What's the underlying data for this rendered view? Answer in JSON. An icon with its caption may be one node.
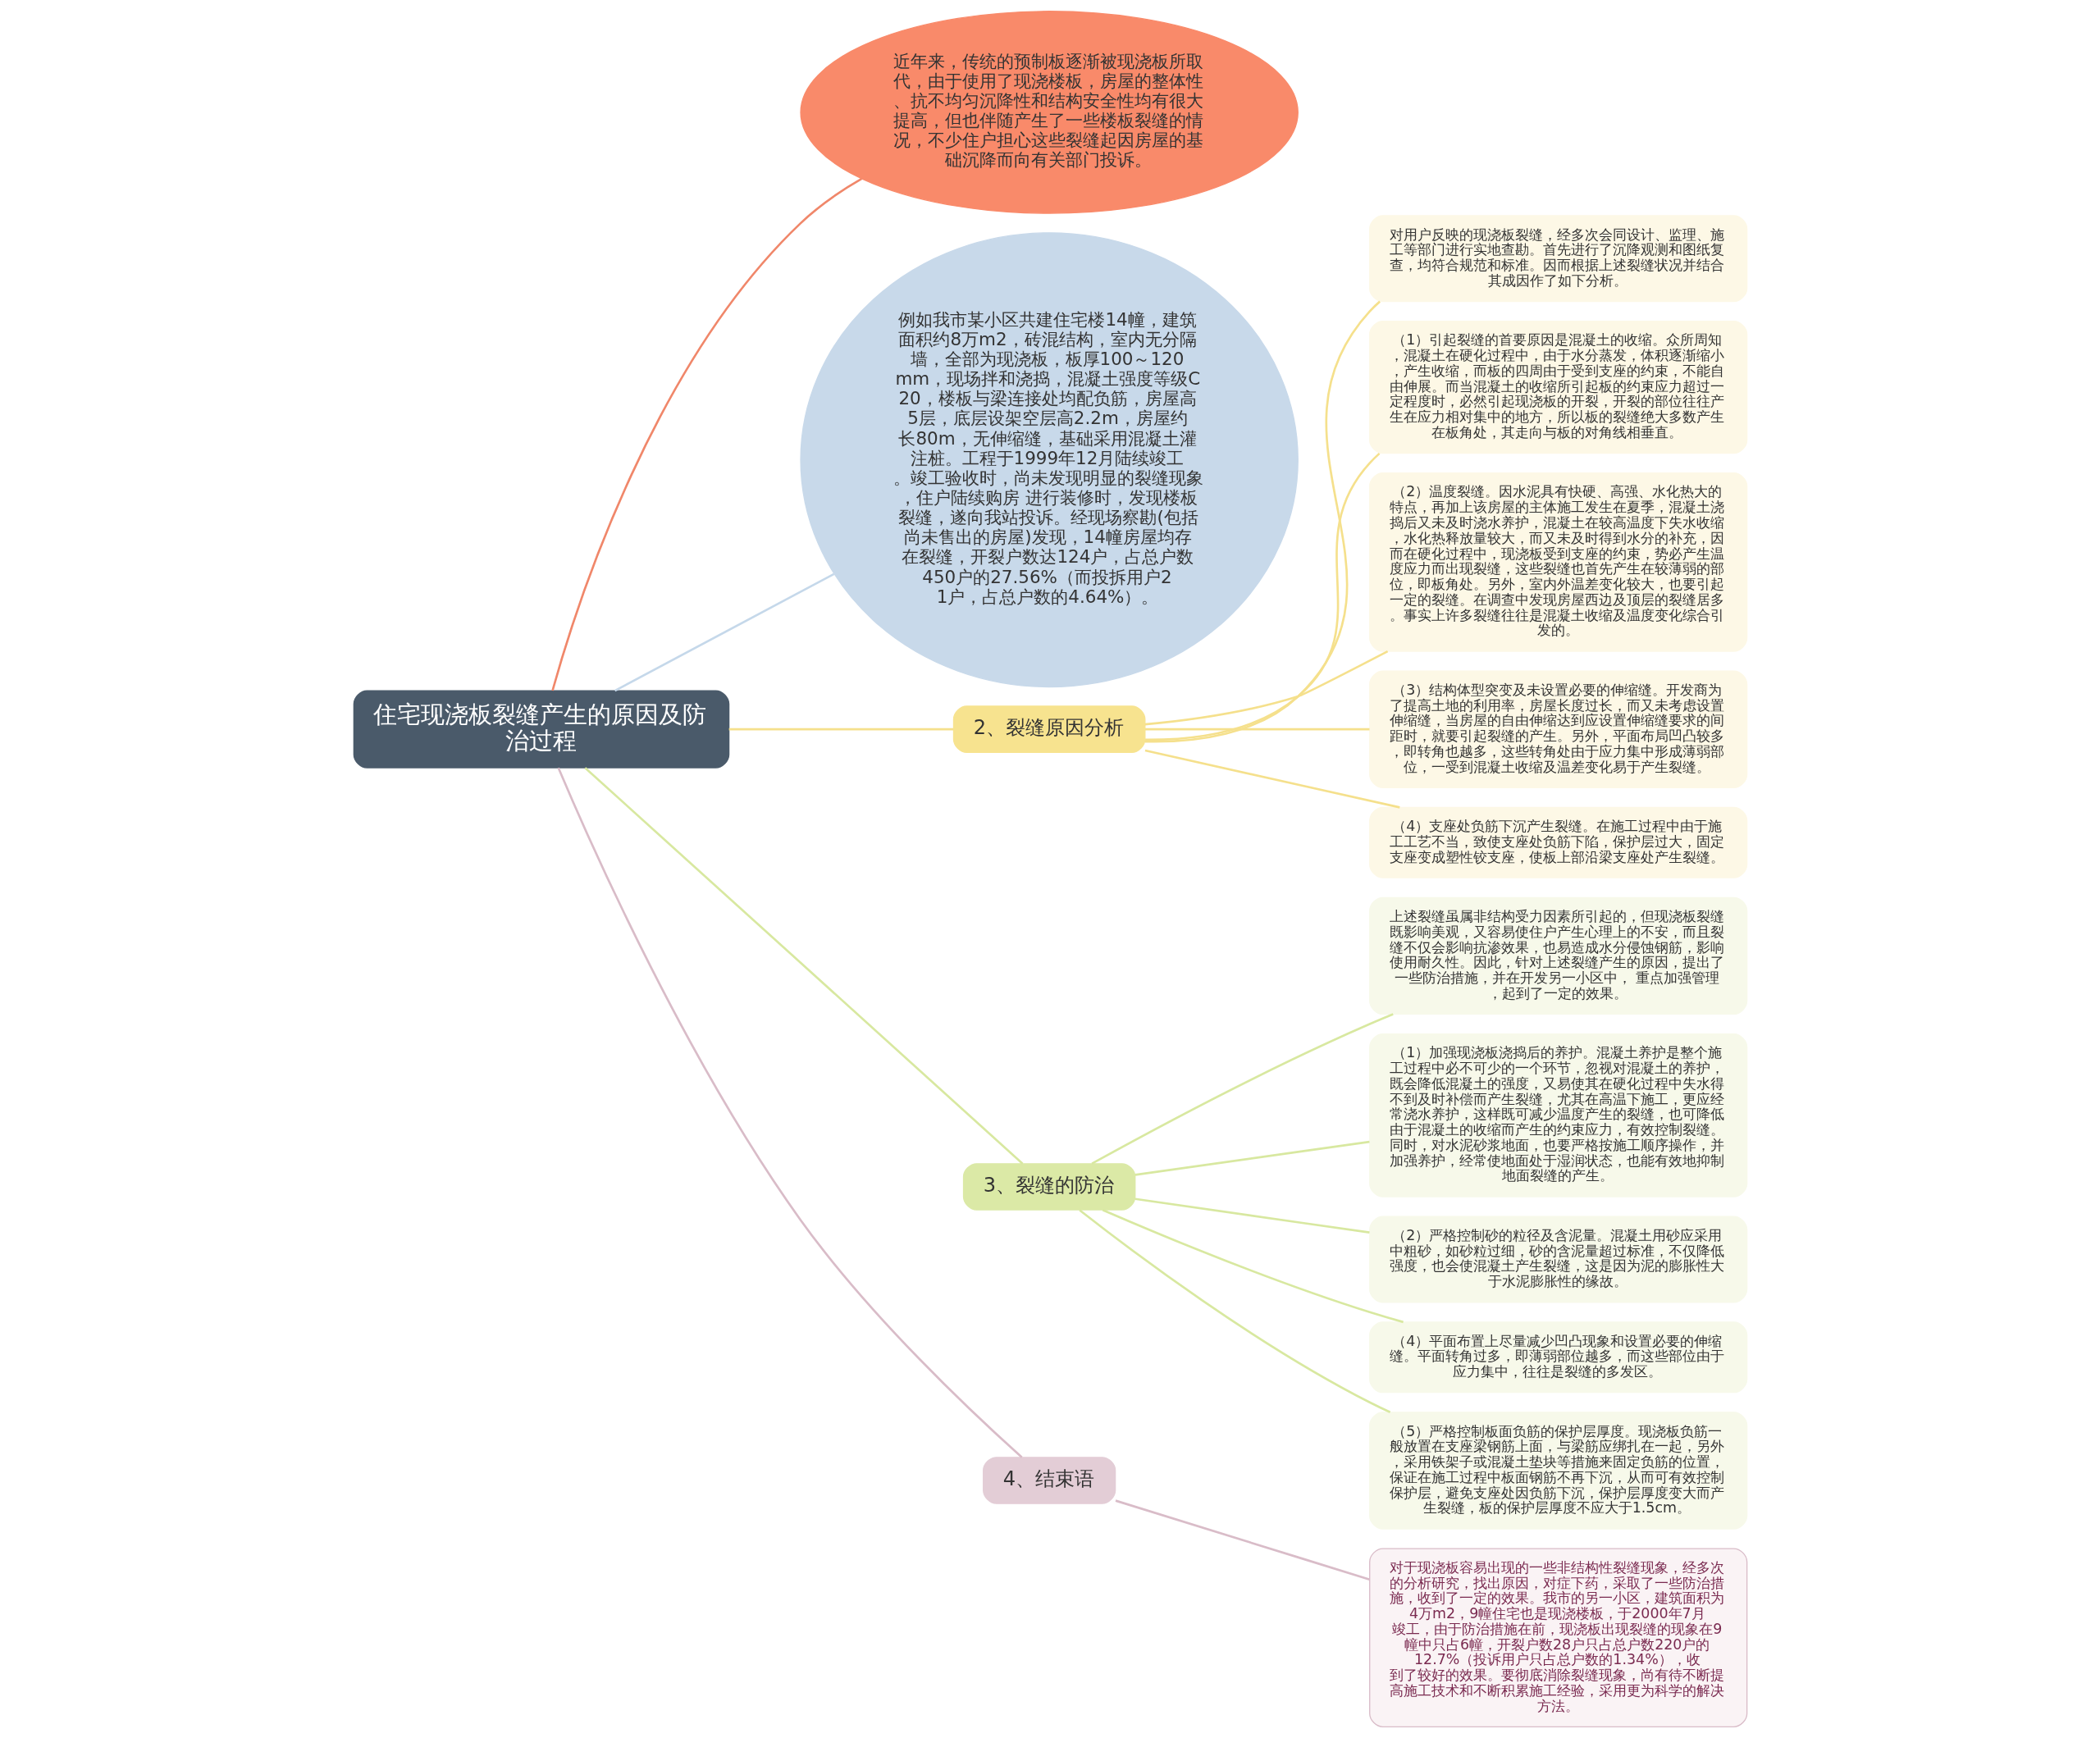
{
  "diagram": {
    "nodes": [
      {
        "text": [
          "住宅现浇板裂缝产生的原因及防治过程"
        ]
      },
      {
        "text": [
          "近年来，传统的预制板逐渐被现浇板所取代，由于使用了现浇楼板，房屋的整体性、抗不均匀沉降性和结构安全性均有很大提高，但也伴随产生了一些楼板裂缝的情况，不少住户担心这些裂缝起因房屋的基础沉降而向有关部门投诉。"
        ]
      },
      {
        "text": [
          "例如我市某小区共建住宅楼14幢，建筑面积约8万m2，砖混结构，室内无分隔墙，全部为现浇板，板厚100～120mm，现场拌和浇捣，混凝土强度等级C20，楼板与梁连接处均配负筋，房屋高5层，底层设架空层高2.2m，房屋约长80m，无伸缩缝，基础采用混凝土灌注桩。工程于1999年12月陆续竣工。竣工验收时，尚未发现明显的裂缝现象，住户陆续购房 进行装修时，发现楼板裂缝，遂向我站投诉。经现场察勘(包括尚未售出的房屋)发现，14幢房屋均存在裂缝，开裂户数达124户，占总户数450户的27.56%（而投拆用户21户，占总户数的4.64%）。"
        ]
      },
      {
        "text": [
          "2、裂缝原因分析"
        ]
      },
      {
        "text": [
          "对用户反映的现浇板裂缝，经多次会同设计、监理、施工等部门进行实地查勘。首先进行了沉降观测和图纸复查，均符合规范和标准。因而根据上述裂缝状况并结合其成因作了如下分析。"
        ]
      },
      {
        "text": [
          "（1）引起裂缝的首要原因是混凝土的收缩。众所周知，混凝土在硬化过程中，由于水分蒸发，体积逐渐缩小，产生收缩，而板的四周由于受到支座的约束，不能自由伸展。而当混凝土的收缩所引起板的约束应力超过一定程度时，必然引起现浇板的开裂，开裂的部位往往产生在应力相对集中的地方，所以板的裂缝绝大多数产生在板角处，其走向与板的对角线相垂直。"
        ]
      },
      {
        "text": [
          "（2）温度裂缝。因水泥具有快硬、高强、水化热大的特点，再加上该房屋的主体施工发生在夏季，混凝土浇捣后又未及时浇水养护，混凝土在较高温度下失水收缩，水化热释放量较大，而又未及时得到水分的补充，因而在硬化过程中，现浇板受到支座的约束，势必产生温度应力而出现裂缝，这些裂缝也首先产生在较薄弱的部位，即板角处。另外，室内外温差变化较大，也要引起一定的裂缝。在调查中发现房屋西边及顶层的裂缝居多。事实上许多裂缝往往是混凝土收缩及温度变化综合引发的。"
        ]
      },
      {
        "text": [
          "（3）结构体型突变及未设置必要的伸缩缝。开发商为了提高土地的利用率，房屋长度过长，而又未考虑设置伸缩缝，当房屋的自由伸缩达到应设置伸缩缝要求的间距时，就要引起裂缝的产生。另外，平面布局凹凸较多，即转角也越多，这些转角处由于应力集中形成薄弱部位，一受到混凝土收缩及温差变化易于产生裂缝。"
        ]
      },
      {
        "text": [
          "（4）支座处负筋下沉产生裂缝。在施工过程中由于施工工艺不当，致使支座处负筋下陷，保护层过大，固定支座变成塑性铰支座，使板上部沿梁支座处产生裂缝。"
        ]
      },
      {
        "text": [
          "3、裂缝的防治"
        ]
      },
      {
        "text": [
          "上述裂缝虽属非结构受力因素所引起的，但现浇板裂缝既影响美观，又容易使住户产生心理上的不安，而且裂缝不仅会影响抗渗效果，也易造成水分侵蚀钢筋，影响使用耐久性。因此，针对上述裂缝产生的原因，提出了一些防治措施，并在开发另一小区中， 重点加强管理，起到了一定的效果。"
        ]
      },
      {
        "text": [
          "（1）加强现浇板浇捣后的养护。混凝土养护是整个施工过程中必不可少的一个环节，忽视对混凝土的养护，既会降低混凝土的强度，又易使其在硬化过程中失水得不到及时补偿而产生裂缝，尤其在高温下施工，更应经常浇水养护，这样既可减少温度产生的裂缝，也可降低由于混凝土的收缩而产生的约束应力，有效控制裂缝。同时，对水泥砂浆地面，也要严格按施工顺序操作，并加强养护，经常使地面处于湿润状态，也能有效地抑制地面裂缝的产生。"
        ]
      },
      {
        "text": [
          "（2）严格控制砂的粒径及含泥量。混凝土用砂应采用中粗砂，如砂粒过细，砂的含泥量超过标准，不仅降低强度，也会使混凝土产生裂缝，这是因为泥的膨胀性大于水泥膨胀性的缘故。"
        ]
      },
      {
        "text": [
          "（4）平面布置上尽量减少凹凸现象和设置必要的伸缩缝。平面转角过多，即薄弱部位越多，而这些部位由于应力集中，往往是裂缝的多发区。"
        ]
      },
      {
        "text": [
          "（5）严格控制板面负筋的保护层厚度。现浇板负筋一般放置在支座梁钢筋上面，与梁筋应绑扎在一起，另外，采用铁架子或混凝土垫块等措施来固定负筋的位置，保证在施工过程中板面钢筋不再下沉，从而可有效控制保护层，避免支座处因负筋下沉，保护层厚度变大而产生裂缝，板的保护层厚度不应大于1.5cm。"
        ]
      },
      {
        "text": [
          "4、结束语"
        ]
      },
      {
        "text": [
          "对于现浇板容易出现的一些非结构性裂缝现象，经多次的分析研究，找出原因，对症下药，采取了一些防治措施，收到了一定的效果。我市的另一小区，建筑面积为4万m2，9幢住宅也是现浇楼板，于2000年7月竣工，由于防治措施在前，现浇板出现裂缝的现象在9幢中只占6幢，开裂户数28户只占总户数220户的12.7%（投诉用户只占总户数的1.34%），收到了较好的效果。要彻底消除裂缝现象，尚有待不断提高施工技术和不断积累施工经验，采用更为科学的解决方法。"
        ]
      }
    ],
    "edges": [
      {
        "from": 0,
        "to": 1,
        "arrow": "none",
        "color": "#f0876a"
      },
      {
        "from": 0,
        "to": 2,
        "arrow": "none",
        "color": "#c5d8ea"
      },
      {
        "from": 0,
        "to": 3,
        "arrow": "none",
        "color": "#f5e08c"
      },
      {
        "from": 3,
        "to": 4,
        "arrow": "none",
        "color": "#f5e08c"
      },
      {
        "from": 3,
        "to": 5,
        "arrow": "none",
        "color": "#f5e08c"
      },
      {
        "from": 3,
        "to": 6,
        "arrow": "none",
        "color": "#f5e08c"
      },
      {
        "from": 3,
        "to": 7,
        "arrow": "none",
        "color": "#f5e08c"
      },
      {
        "from": 3,
        "to": 8,
        "arrow": "none",
        "color": "#f5e08c"
      },
      {
        "from": 0,
        "to": 9,
        "arrow": "none",
        "color": "#d8e8a0"
      },
      {
        "from": 9,
        "to": 10,
        "arrow": "none",
        "color": "#d8e8a0"
      },
      {
        "from": 9,
        "to": 11,
        "arrow": "none",
        "color": "#d8e8a0"
      },
      {
        "from": 9,
        "to": 12,
        "arrow": "none",
        "color": "#d8e8a0"
      },
      {
        "from": 9,
        "to": 13,
        "arrow": "none",
        "color": "#d8e8a0"
      },
      {
        "from": 9,
        "to": 14,
        "arrow": "none",
        "color": "#d8e8a0"
      },
      {
        "from": 0,
        "to": 15,
        "arrow": "none",
        "color": "#d9bcc8"
      },
      {
        "from": 15,
        "to": 16,
        "arrow": "none",
        "color": "#d9bcc8"
      }
    ]
  }
}
